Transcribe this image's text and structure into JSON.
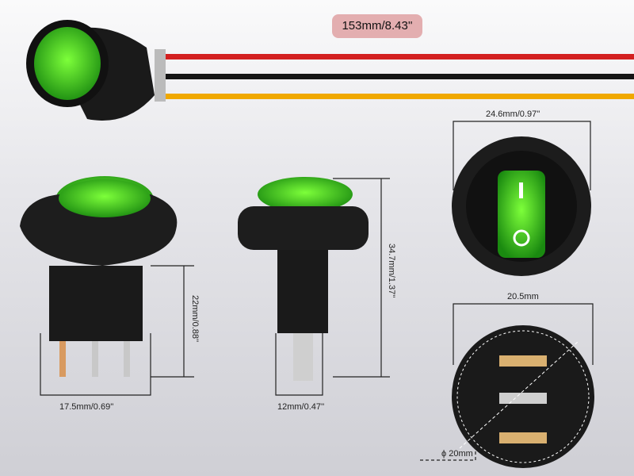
{
  "wire_length": "153mm/8.43''",
  "dimensions": {
    "front_width": "17.5mm/0.69''",
    "front_body_height": "22mm/0.88''",
    "side_width": "12mm/0.47''",
    "side_height": "34.7mm/1.37''",
    "top_diameter": "24.6mm/0.97''",
    "bottom_width": "20.5mm",
    "mount_hole_diameter": "ϕ 20mm"
  },
  "switch_markings": {
    "on": "I",
    "off": "O"
  },
  "colors": {
    "rocker_green": "#2fc21a",
    "wire_red": "#d32020",
    "wire_black": "#151515",
    "wire_yellow": "#f0a800",
    "badge": "#e3aeb0"
  }
}
